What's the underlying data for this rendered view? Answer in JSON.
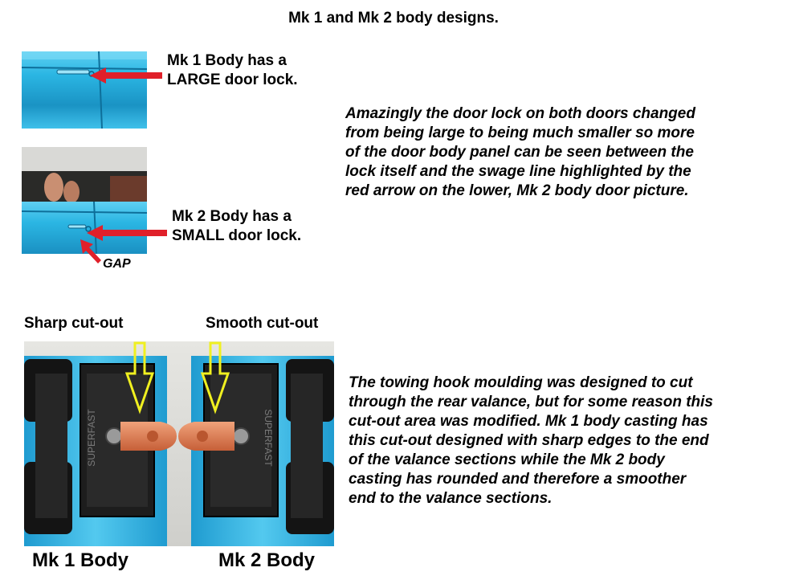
{
  "title": "Mk 1 and Mk 2 body designs.",
  "mk1_label_line1": "Mk 1 Body has a",
  "mk1_label_line2": "LARGE door lock.",
  "mk2_label_line1": "Mk 2 Body has a",
  "mk2_label_line2": "SMALL door lock.",
  "gap_label": "GAP",
  "door_lock_text": [
    "Amazingly the door lock on both doors changed",
    "from being large to being much smaller so more",
    "of the door body panel can be seen between the",
    "lock itself and the swage line highlighted by the",
    "red arrow on the lower, Mk 2 body door picture."
  ],
  "sharp_label": "Sharp cut-out",
  "smooth_label": "Smooth cut-out",
  "hook_text": [
    "The towing hook moulding was designed to cut",
    "through the rear valance, but for some reason this",
    "cut-out area was modified. Mk 1 body casting has",
    "this cut-out designed with sharp edges to the end",
    "of the valance sections while the Mk 2 body",
    "casting has rounded and therefore a smoother",
    "end to the valance sections."
  ],
  "base_text": "SUPERFAST",
  "mk1_caption": "Mk 1 Body",
  "mk2_caption": "Mk 2 Body",
  "colors": {
    "body_blue": "#2bb6e3",
    "arrow_red": "#e0202a",
    "arrow_yellow": "#f0f020",
    "tow_hook": "#d9764a",
    "base_black": "#1a1a1a"
  }
}
